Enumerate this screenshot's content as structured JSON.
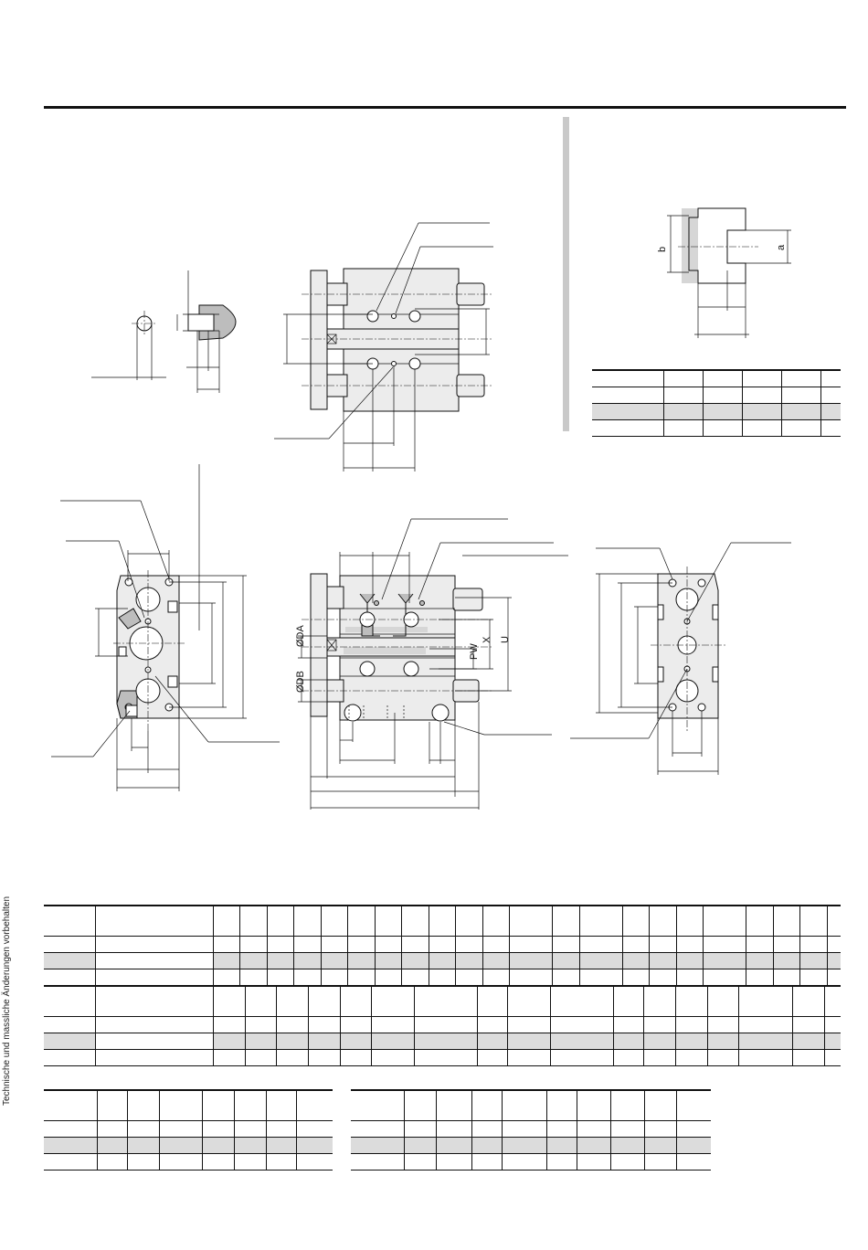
{
  "page": {
    "vertical_note": "Technische und massliche Änderungen vorbehalten"
  },
  "drawing_labels": {
    "b": "b",
    "a": "a",
    "da": "ØDA",
    "db": "ØDB",
    "pw": "PW",
    "x": "X",
    "u": "U"
  }
}
